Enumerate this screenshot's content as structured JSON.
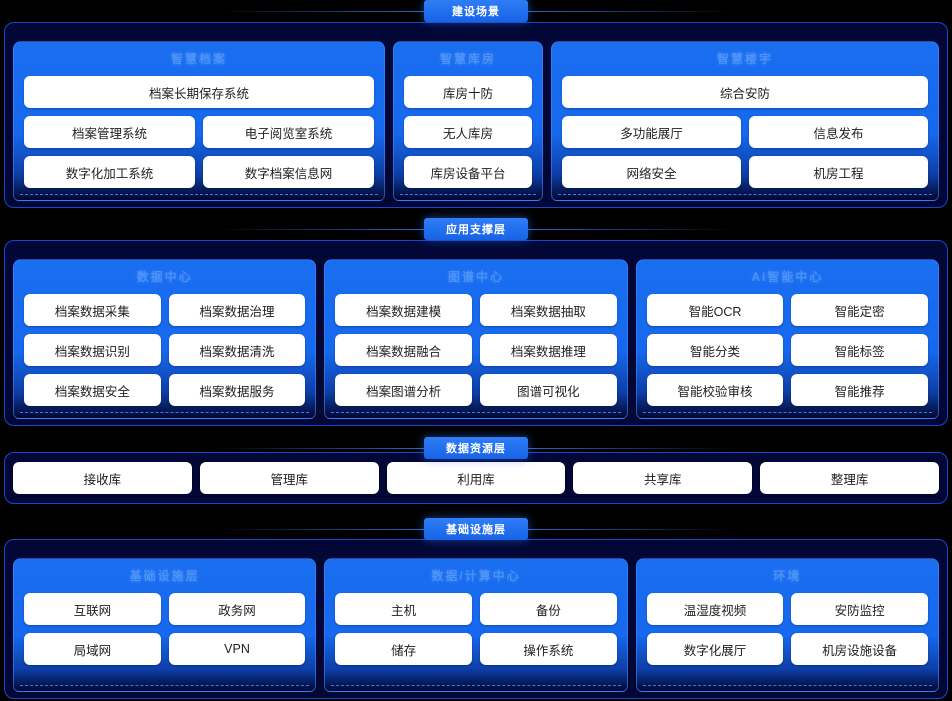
{
  "theme": {
    "background": "#000000",
    "layer_bg": "#020735",
    "layer_border": "#1a48c8",
    "accent": "#1763e8",
    "card_blue": "#1a6ef0",
    "chip_bg": "#ffffff",
    "chip_text": "#202124",
    "banner_text": "#ffffff",
    "group_title": "#7db4ff"
  },
  "layers": [
    {
      "banner": "建设场景",
      "groups": [
        {
          "title": "智慧档案",
          "dots": "",
          "rows": [
            [
              "档案长期保存系统"
            ],
            [
              "档案管理系统",
              "电子阅览室系统"
            ],
            [
              "数字化加工系统",
              "数字档案信息网"
            ]
          ]
        },
        {
          "title": "智慧库房",
          "dots": "",
          "rows": [
            [
              "库房十防"
            ],
            [
              "无人库房"
            ],
            [
              "库房设备平台"
            ]
          ]
        },
        {
          "title": "智慧楼宇",
          "dots": "",
          "rows": [
            [
              "综合安防"
            ],
            [
              "多功能展厅",
              "信息发布"
            ],
            [
              "网络安全",
              "机房工程"
            ]
          ]
        }
      ]
    },
    {
      "banner": "应用支撑层",
      "groups": [
        {
          "title": "数据中心",
          "dots": "",
          "rows": [
            [
              "档案数据采集",
              "档案数据治理"
            ],
            [
              "档案数据识别",
              "档案数据清洗"
            ],
            [
              "档案数据安全",
              "档案数据服务"
            ]
          ]
        },
        {
          "title": "图谱中心",
          "dots": "",
          "rows": [
            [
              "档案数据建模",
              "档案数据抽取"
            ],
            [
              "档案数据融合",
              "档案数据推理"
            ],
            [
              "档案图谱分析",
              "图谱可视化"
            ]
          ]
        },
        {
          "title": "AI智能中心",
          "dots": "",
          "rows": [
            [
              "智能OCR",
              "智能定密"
            ],
            [
              "智能分类",
              "智能标签"
            ],
            [
              "智能校验审核",
              "智能推荐"
            ]
          ]
        }
      ]
    },
    {
      "banner": "数据资源层",
      "flat_items": [
        "接收库",
        "管理库",
        "利用库",
        "共享库",
        "整理库"
      ]
    },
    {
      "banner": "基础设施层",
      "groups": [
        {
          "title": "基础设施层",
          "dots": "…",
          "rows": [
            [
              "互联网",
              "政务网"
            ],
            [
              "局域网",
              "VPN"
            ]
          ]
        },
        {
          "title": "数据/计算中心",
          "dots": "…",
          "rows": [
            [
              "主机",
              "备份"
            ],
            [
              "储存",
              "操作系统"
            ]
          ]
        },
        {
          "title": "环境",
          "dots": "…",
          "rows": [
            [
              "温湿度视频",
              "安防监控"
            ],
            [
              "数字化展厅",
              "机房设施设备"
            ]
          ]
        }
      ]
    }
  ]
}
